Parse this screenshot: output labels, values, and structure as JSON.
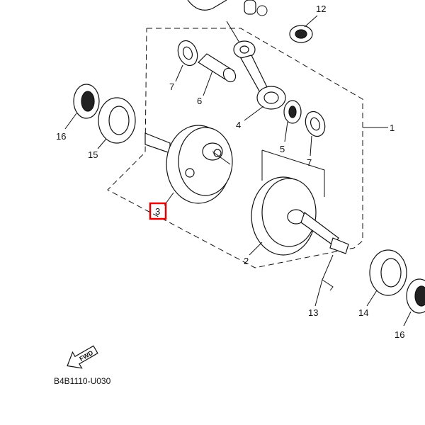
{
  "diagram_code": "B4B1110-U030",
  "fwd_label": "FWD",
  "highlight_color": "#e00000",
  "callouts": {
    "p12": "12",
    "p7a": "7",
    "p6": "6",
    "p4": "4",
    "p16a": "16",
    "p15": "15",
    "p5": "5",
    "p7b": "7",
    "p1": "1",
    "p3": "3",
    "p2": "2",
    "p13": "13",
    "p14": "14",
    "p16b": "16"
  }
}
